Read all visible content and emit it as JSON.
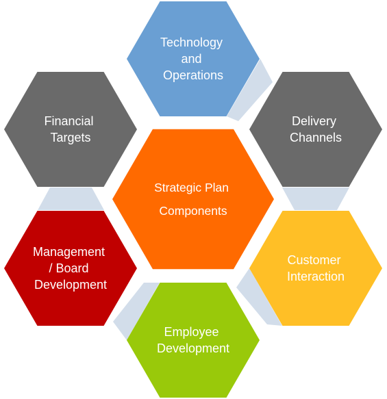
{
  "center": {
    "lines": [
      "Strategic Plan",
      "Components"
    ],
    "color": "#ff6a00"
  },
  "components": [
    {
      "key": "technology",
      "lines": [
        "Technology",
        "and",
        "Operations"
      ],
      "color": "#6a9fd3"
    },
    {
      "key": "delivery",
      "lines": [
        "Delivery",
        "Channels"
      ],
      "color": "#6a6a6a"
    },
    {
      "key": "customer",
      "lines": [
        "Customer",
        "Interaction"
      ],
      "color": "#ffbf26"
    },
    {
      "key": "employee",
      "lines": [
        "Employee",
        "Development"
      ],
      "color": "#99c90a"
    },
    {
      "key": "management",
      "lines": [
        "Management",
        "/ Board",
        "Development"
      ],
      "color": "#c00000"
    },
    {
      "key": "financial",
      "lines": [
        "Financial",
        "Targets"
      ],
      "color": "#6a6a6a"
    }
  ],
  "connector_color": "#d2ddea"
}
